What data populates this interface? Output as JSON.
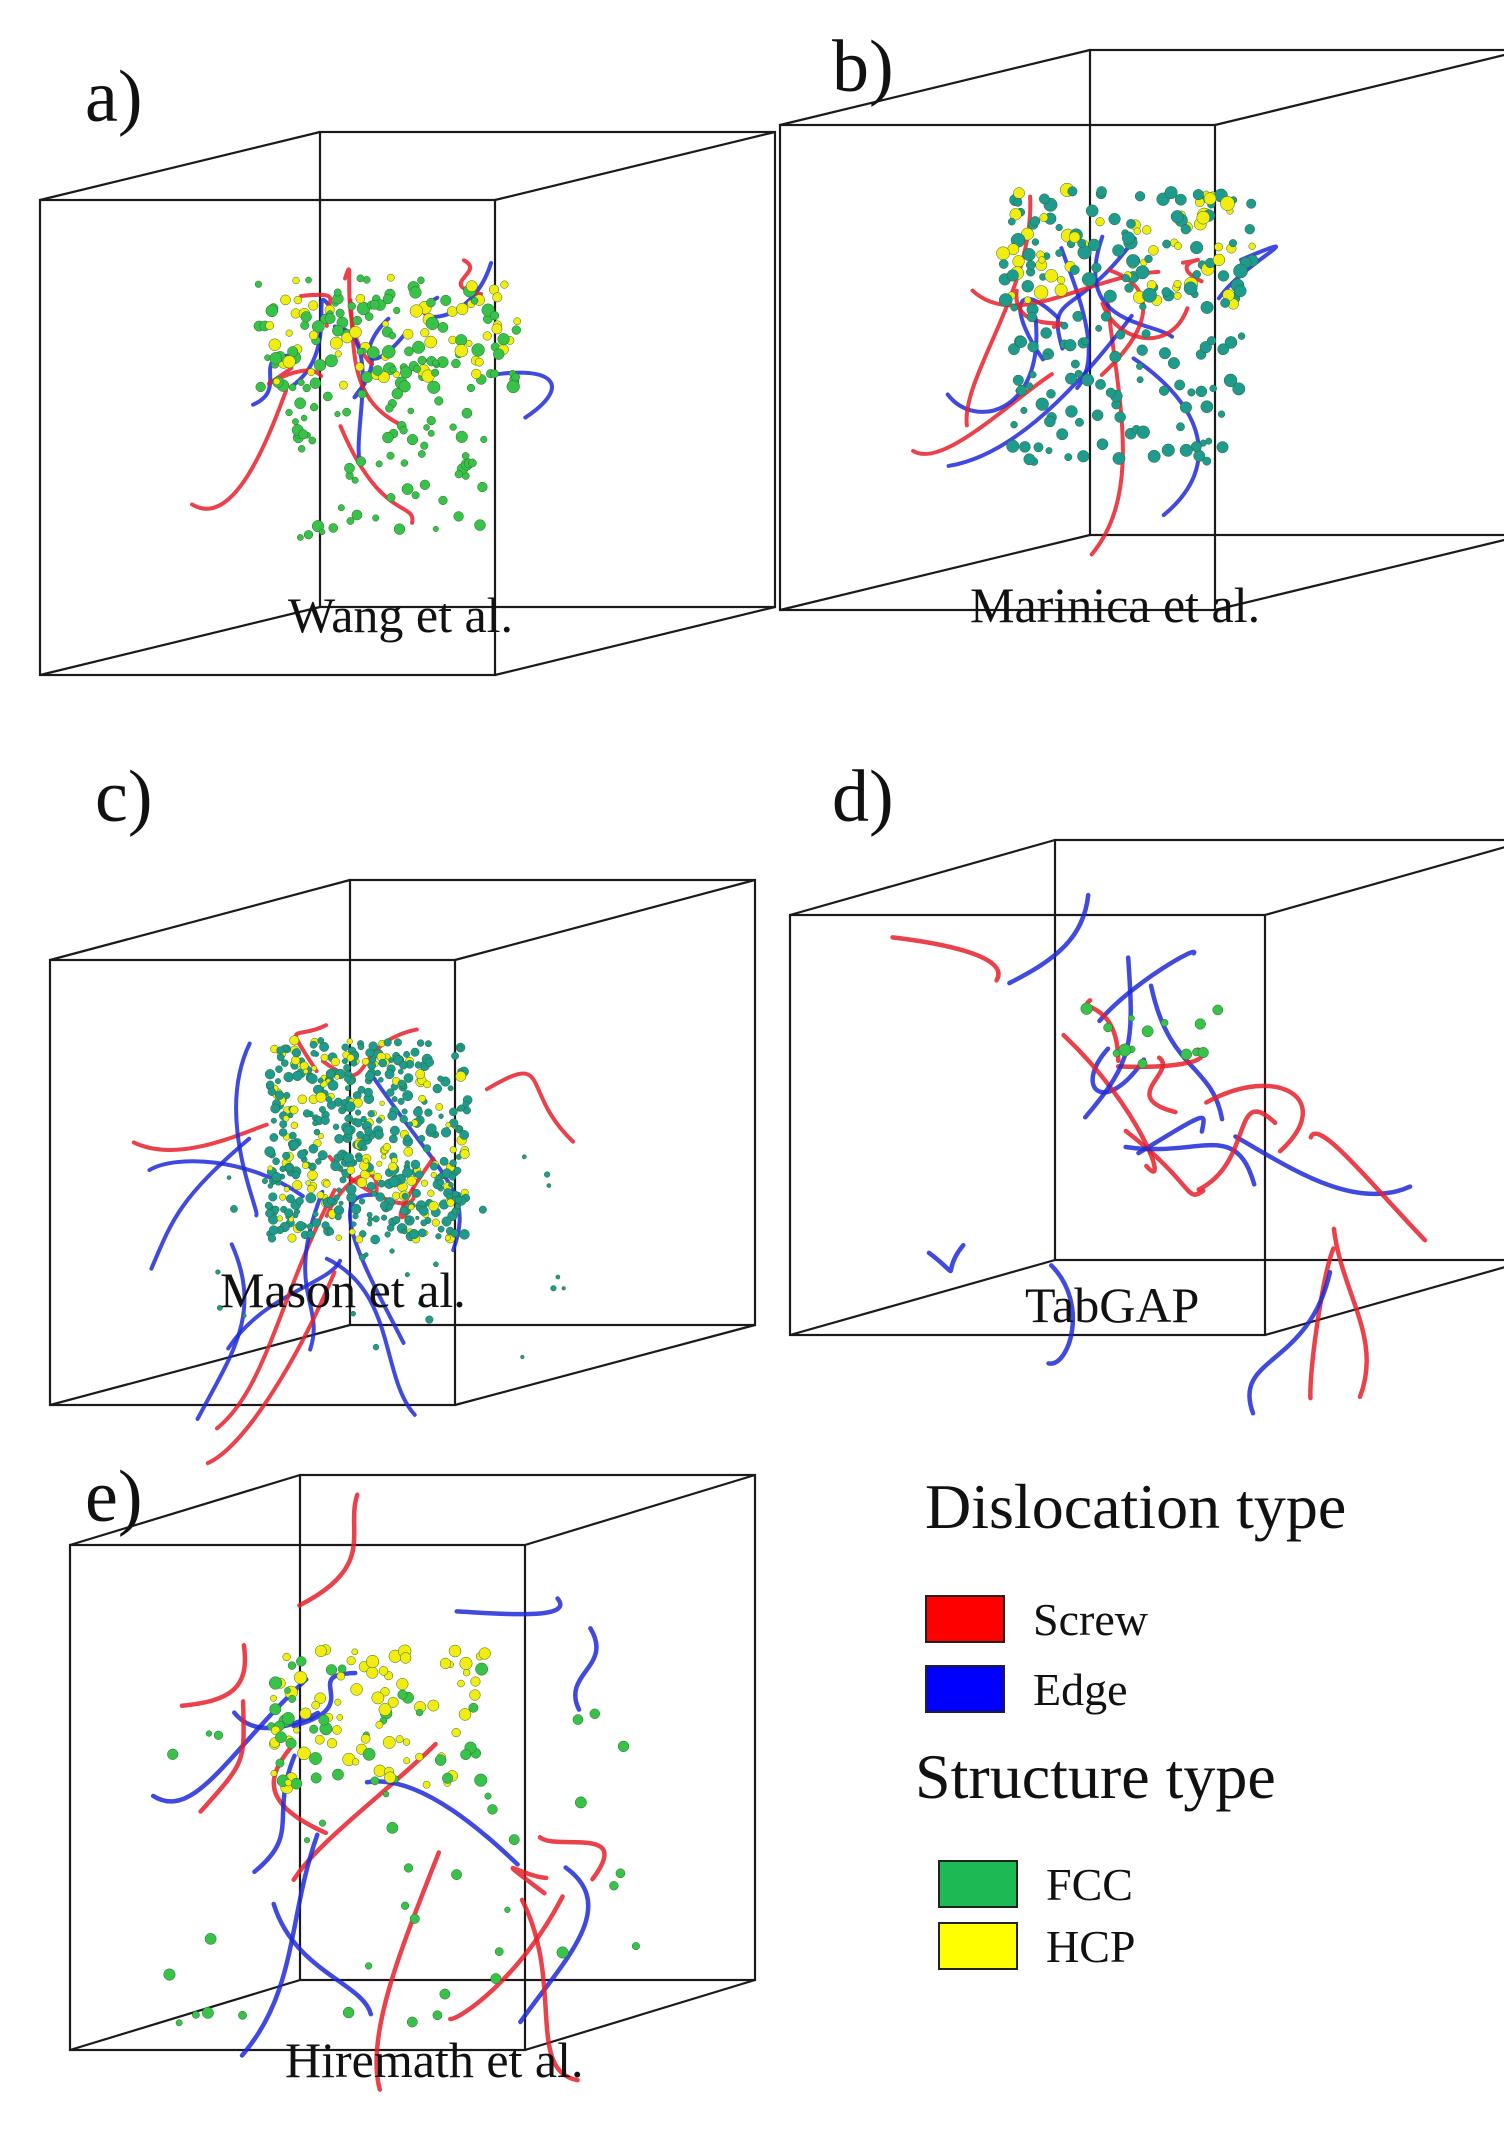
{
  "panels": [
    {
      "label": "a)",
      "caption": "Wang et al.",
      "style": "dense-yellow-green"
    },
    {
      "label": "b)",
      "caption": "Marinica et al.",
      "style": "dense-teal"
    },
    {
      "label": "c)",
      "caption": "Mason et al.",
      "style": "cluster-teal"
    },
    {
      "label": "d)",
      "caption": "TabGAP",
      "style": "sparse-lines"
    },
    {
      "label": "e)",
      "caption": "Hiremath et al.",
      "style": "mixed-yellow-green"
    }
  ],
  "legend": {
    "dislocation_title": "Dislocation type",
    "dislocation_items": [
      {
        "label": "Screw",
        "color": "#ff0000"
      },
      {
        "label": "Edge",
        "color": "#0000ff"
      }
    ],
    "structure_title": "Structure type",
    "structure_items": [
      {
        "label": "FCC",
        "color": "#1db954"
      },
      {
        "label": "HCP",
        "color": "#ffff00"
      }
    ]
  },
  "colors": {
    "screw": "#e8202a",
    "edge": "#1f2ad8",
    "fcc": "#39c24a",
    "hcp": "#f2ec10",
    "teal": "#1f9a8e",
    "box": "#1a1a1a"
  }
}
